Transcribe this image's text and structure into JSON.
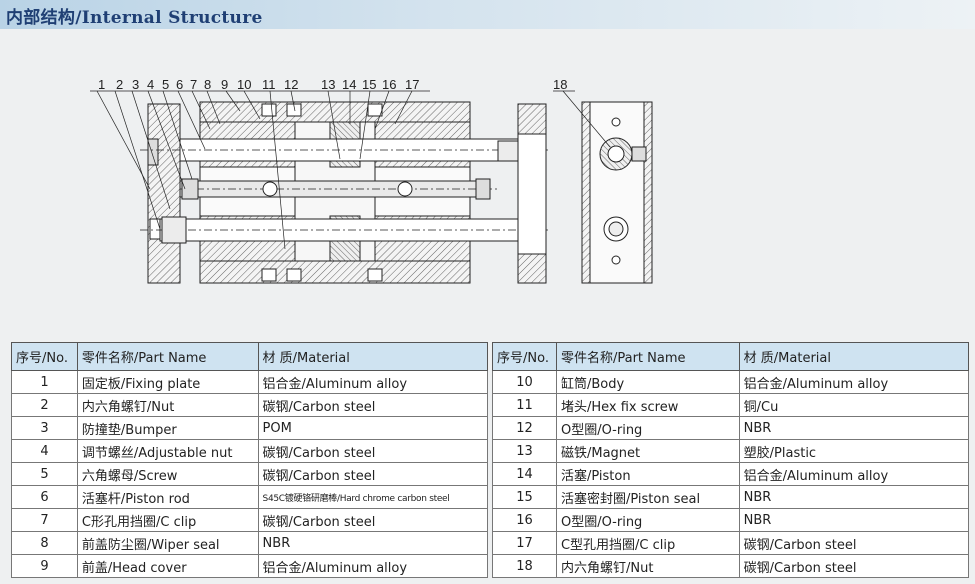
{
  "header": {
    "title": "内部结构/Internal Structure"
  },
  "drawing": {
    "labels": [
      "1",
      "2",
      "3",
      "4",
      "5",
      "6",
      "7",
      "8",
      "9",
      "10",
      "11",
      "12",
      "13",
      "14",
      "15",
      "16",
      "17",
      "18"
    ]
  },
  "table": {
    "columns": [
      "序号/No.",
      "零件名称/Part Name",
      "材 质/Material"
    ],
    "left_rows": [
      {
        "no": "1",
        "name": "固定板/Fixing plate",
        "material": "铝合金/Aluminum alloy"
      },
      {
        "no": "2",
        "name": "内六角螺钉/Nut",
        "material": "碳钢/Carbon steel"
      },
      {
        "no": "3",
        "name": "防撞垫/Bumper",
        "material": "POM"
      },
      {
        "no": "4",
        "name": "调节螺丝/Adjustable nut",
        "material": "碳钢/Carbon steel"
      },
      {
        "no": "5",
        "name": "六角螺母/Screw",
        "material": "碳钢/Carbon steel"
      },
      {
        "no": "6",
        "name": "活塞杆/Piston rod",
        "material": "S45C镀硬铬研磨棒/Hard chrome carbon steel"
      },
      {
        "no": "7",
        "name": "C形孔用挡圈/C clip",
        "material": "碳钢/Carbon steel"
      },
      {
        "no": "8",
        "name": "前盖防尘圈/Wiper seal",
        "material": "NBR"
      },
      {
        "no": "9",
        "name": "前盖/Head cover",
        "material": "铝合金/Aluminum alloy"
      }
    ],
    "right_rows": [
      {
        "no": "10",
        "name": "缸筒/Body",
        "material": "铝合金/Aluminum alloy"
      },
      {
        "no": "11",
        "name": "堵头/Hex fix screw",
        "material": "铜/Cu"
      },
      {
        "no": "12",
        "name": "O型圈/O-ring",
        "material": "NBR"
      },
      {
        "no": "13",
        "name": "磁铁/Magnet",
        "material": "塑胶/Plastic"
      },
      {
        "no": "14",
        "name": "活塞/Piston",
        "material": "铝合金/Aluminum alloy"
      },
      {
        "no": "15",
        "name": "活塞密封圈/Piston seal",
        "material": "NBR"
      },
      {
        "no": "16",
        "name": "O型圈/O-ring",
        "material": "NBR"
      },
      {
        "no": "17",
        "name": "C型孔用挡圈/C clip",
        "material": "碳钢/Carbon steel"
      },
      {
        "no": "18",
        "name": "内六角螺钉/Nut",
        "material": "碳钢/Carbon steel"
      }
    ]
  }
}
